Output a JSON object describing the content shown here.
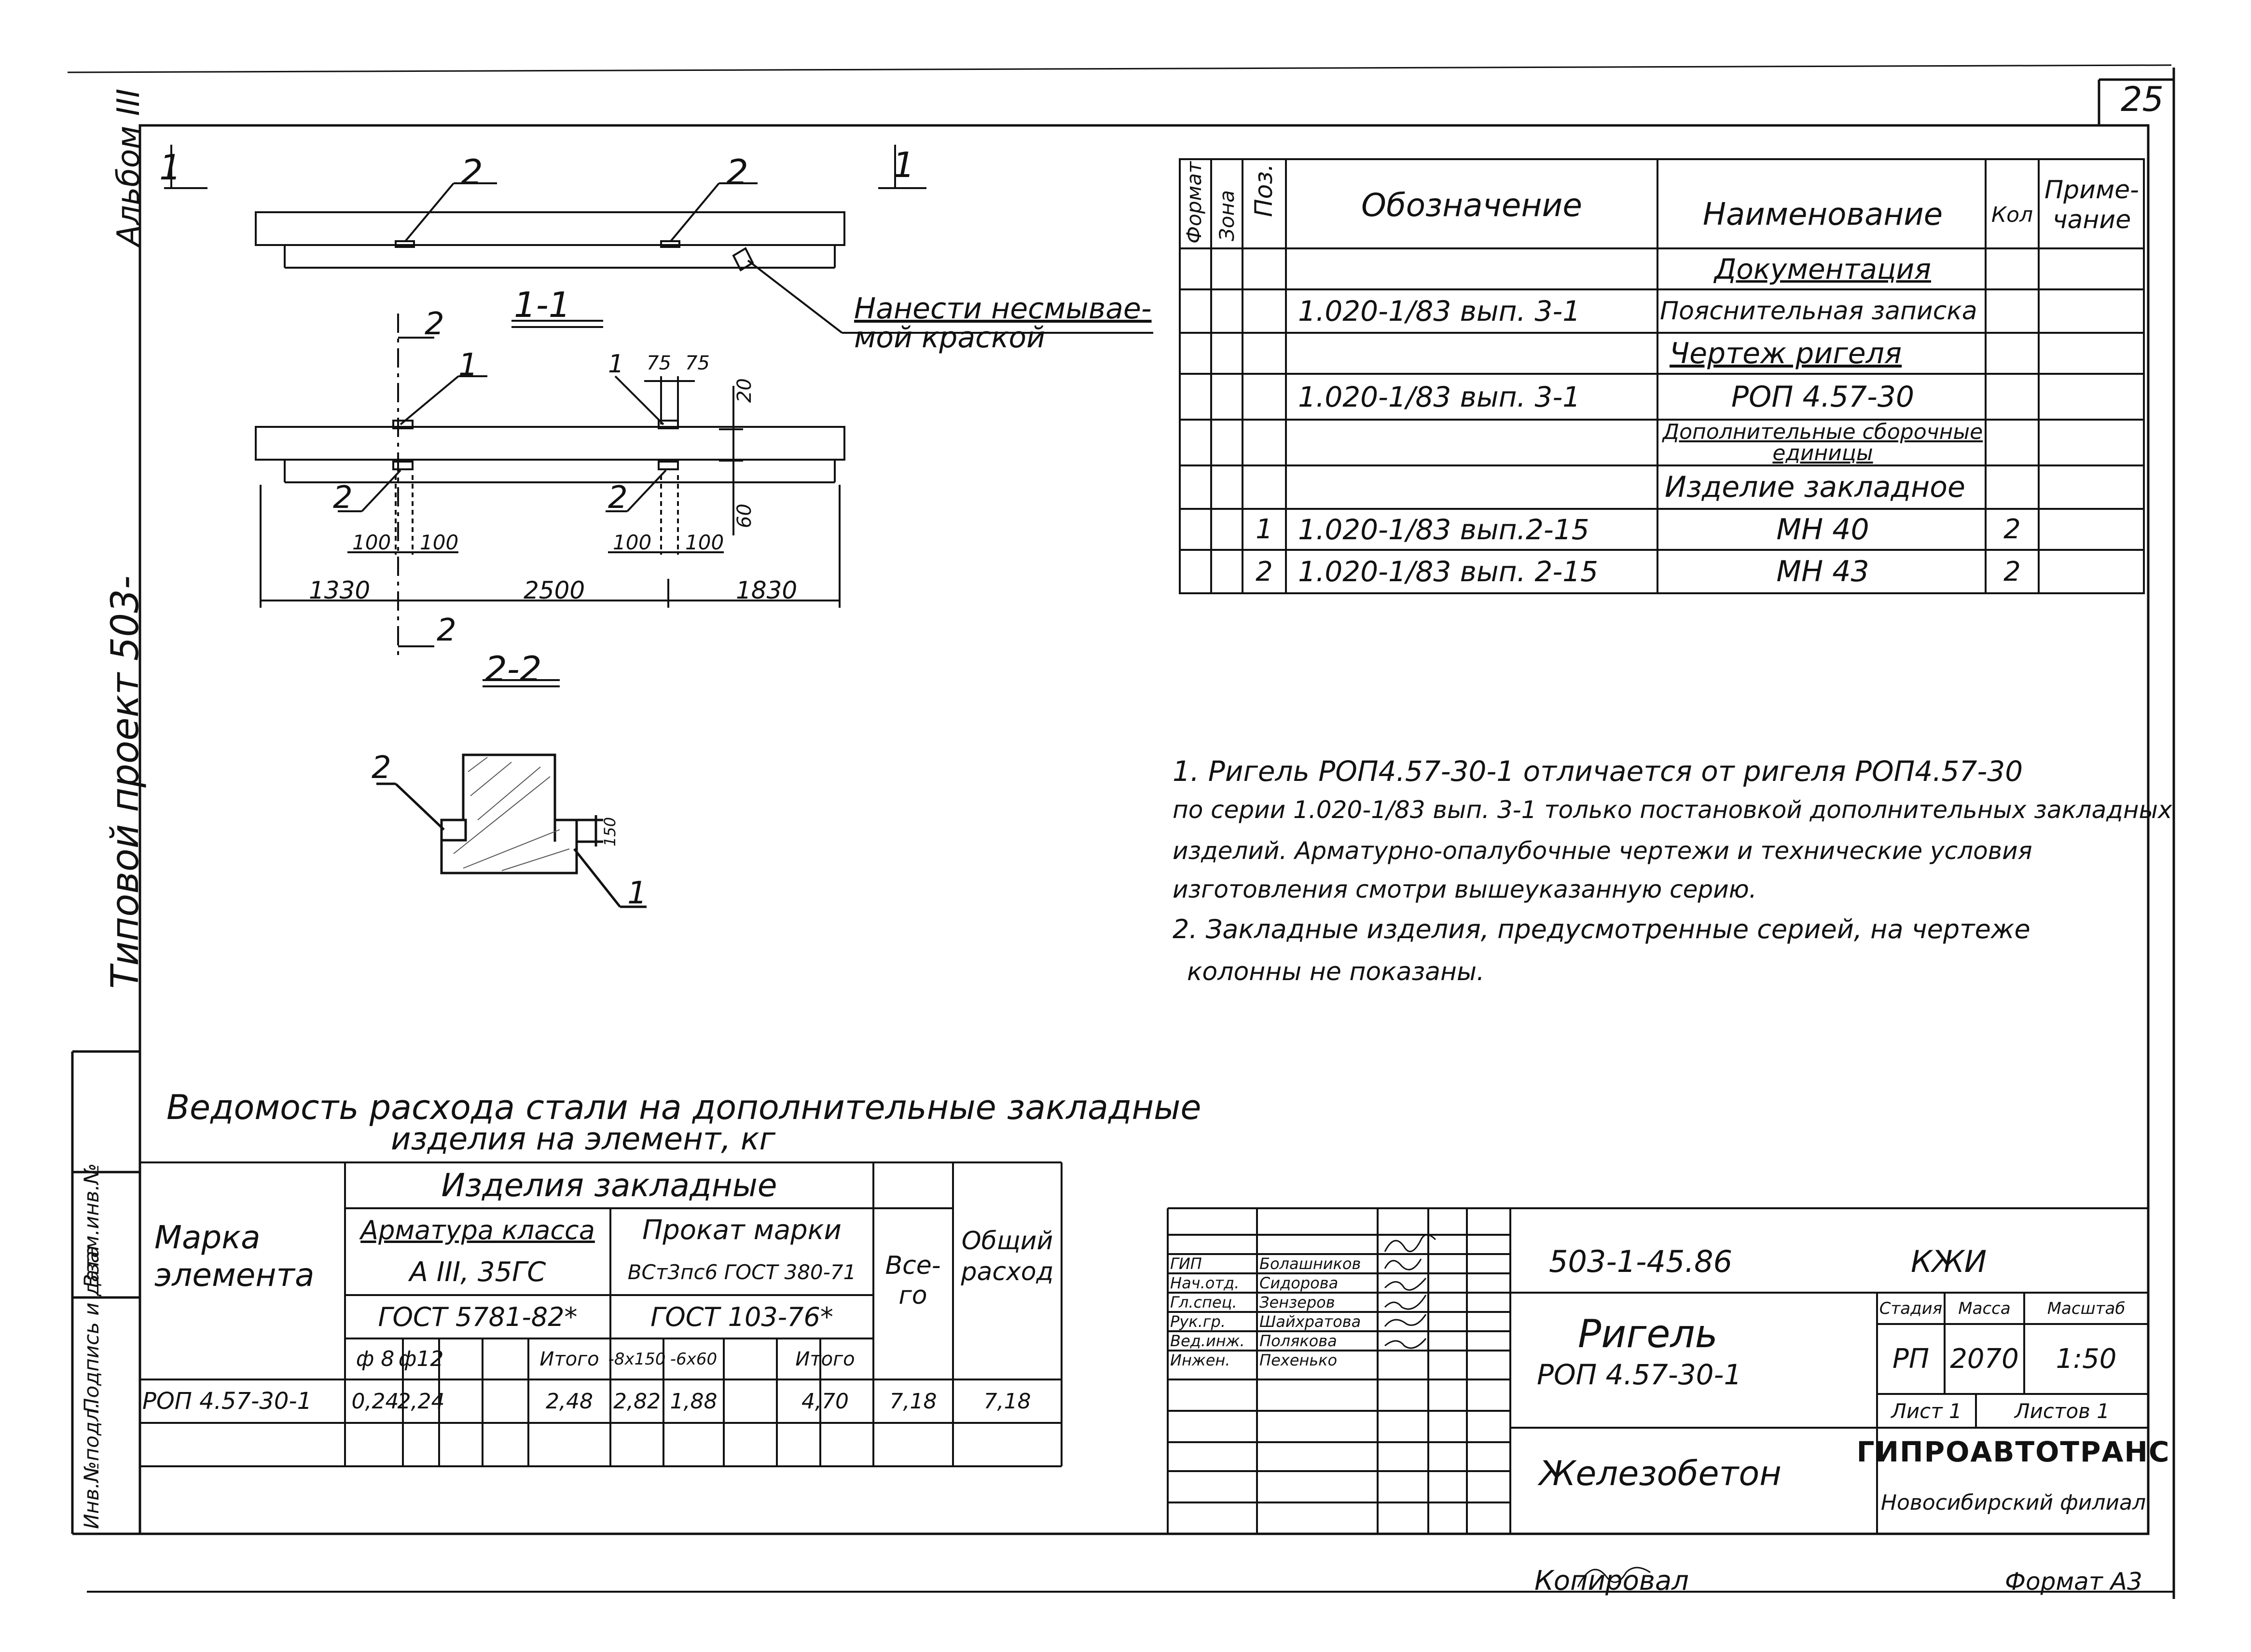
{
  "page": {
    "sheet_number": "25",
    "copied_label": "Копировал",
    "format_label": "Формат А3",
    "album_label": "Альбом III",
    "project_label": "Типовой проект 503-"
  },
  "drawing": {
    "section_1_top": "1",
    "section_1_top_right": "1",
    "section_1_label": "1-1",
    "section_2_top": "2",
    "section_2_bottom": "2",
    "section_2_label": "2-2",
    "callout_2a": "2",
    "callout_2b": "2",
    "callout_1a": "1",
    "callout_1b": "1",
    "callout_2c": "2",
    "callout_2d": "2",
    "callout_2e": "2",
    "callout_1c": "1",
    "paint_note_line1": "Нанести несмывае-",
    "paint_note_line2": "мой краской",
    "dim_75a": "75",
    "dim_75b": "75",
    "dim_20": "20",
    "dim_60": "60",
    "dim_100a": "100",
    "dim_100b": "100",
    "dim_100c": "100",
    "dim_100d": "100",
    "dim_1330": "1330",
    "dim_2500": "2500",
    "dim_1830": "1830",
    "dim_150": "150"
  },
  "spec_table": {
    "headers": {
      "format": "Формат",
      "zone": "Зона",
      "pos": "Поз.",
      "designation": "Обозначение",
      "name": "Наименование",
      "qty": "Кол",
      "note": "Приме- чание"
    },
    "rows": [
      {
        "pos": "",
        "designation": "",
        "name": "Документация",
        "qty": ""
      },
      {
        "pos": "",
        "designation": "1.020-1/83    вып. 3-1",
        "name": "Пояснительная записка",
        "qty": ""
      },
      {
        "pos": "",
        "designation": "",
        "name": "Чертеж ригеля",
        "qty": ""
      },
      {
        "pos": "",
        "designation": "1.020-1/83    вып. 3-1",
        "name": "РОП 4.57-30",
        "qty": ""
      },
      {
        "pos": "",
        "designation": "",
        "name": "Дополнительные сборочные единицы",
        "qty": ""
      },
      {
        "pos": "",
        "designation": "",
        "name": "Изделие закладное",
        "qty": ""
      },
      {
        "pos": "1",
        "designation": "1.020-1/83    вып.2-15",
        "name": "МН 40",
        "qty": "2"
      },
      {
        "pos": "2",
        "designation": "1.020-1/83    вып. 2-15",
        "name": "МН 43",
        "qty": "2"
      }
    ]
  },
  "notes": [
    "1. Ригель РОП4.57-30-1   отличается от ригеля РОП4.57-30",
    "по серии 1.020-1/83 вып. 3-1 только постановкой дополнительных закладных",
    "изделий. Арматурно-опалубочные чертежи и технические условия",
    "изготовления смотри вышеуказанную серию.",
    "2. Закладные изделия, предусмотренные серией, на чертеже",
    "колонны не показаны."
  ],
  "steel_table": {
    "title_line1": "Ведомость расхода стали на дополнительные закладные",
    "title_line2": "изделия на элемент, кг",
    "h_mark": "Марка элемента",
    "h_items": "Изделия закладные",
    "h_rebar": "Арматура класса",
    "h_rebar_class": "А III, 35ГС",
    "h_rebar_gost": "ГОСТ 5781-82*",
    "h_rolled": "Прокат марки",
    "h_rolled_grade": "ВСт3пс6 ГОСТ 380-71",
    "h_rolled_gost": "ГОСТ 103-76*",
    "h_total": "Все- го",
    "h_overall": "Общий расход",
    "sub_d8": "ф 8",
    "sub_d12": "ф12",
    "sub_itogo1": "Итого",
    "sub_8x150": "-8х150",
    "sub_6x60": "-6х60",
    "sub_itogo2": "Итого",
    "row": {
      "mark": "РОП 4.57-30-1",
      "d8": "0,24",
      "d12": "2,24",
      "itogo1": "2,48",
      "p8x150": "2,82",
      "p6x60": "1,88",
      "itogo2": "4,70",
      "total": "7,18",
      "overall": "7,18"
    }
  },
  "title_block": {
    "roles": [
      "ГИП",
      "Нач.отд.",
      "Гл.спец.",
      "Рук.гр.",
      "Вед.инж.",
      "Инжен."
    ],
    "names": [
      "Болашников",
      "Сидорова",
      "Зензеров",
      "Шайхратова",
      "Полякова",
      "Пехенько"
    ],
    "doc_code": "503-1-45.86",
    "doc_suffix": "КЖИ",
    "title_line1": "Ригель",
    "title_line2": "РОП 4.57-30-1",
    "material": "Железобетон",
    "h_stage": "Стадия",
    "h_mass": "Масса",
    "h_scale": "Масштаб",
    "stage": "РП",
    "mass": "2070",
    "scale": "1:50",
    "sheet": "Лист 1",
    "sheets": "Листов 1",
    "org_line1": "ГИПРОАВТОТРАНС",
    "org_line2": "Новосибирский филиал"
  },
  "side_stamps": [
    "Инв.№подл.",
    "Подпись и дата",
    "Взам.инв.№"
  ]
}
